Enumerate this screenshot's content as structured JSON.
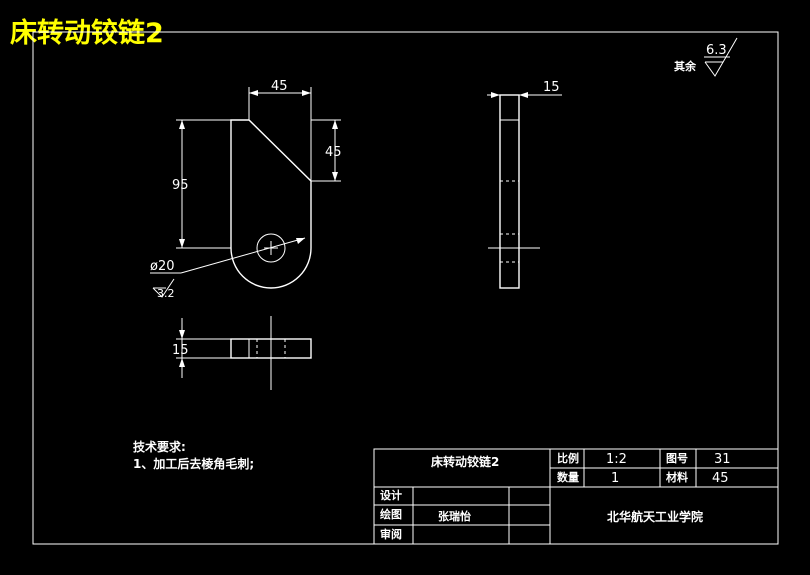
{
  "drawing": {
    "title": "床转动铰链2",
    "surface_finish_note": "其余",
    "surface_finish_value": "6.3"
  },
  "front_view": {
    "width_dim": "45",
    "height_dim": "95",
    "chamfer_dim": "45",
    "hole_dim": "ø20",
    "hole_roughness": "3.2"
  },
  "side_view": {
    "thickness_dim": "15"
  },
  "bottom_view": {
    "thickness_dim": "15"
  },
  "notes": {
    "heading": "技术要求:",
    "item_1": "1、加工后去棱角毛刺;"
  },
  "title_block": {
    "part_name": "床转动铰链2",
    "scale_label": "比例",
    "scale_value": "1:2",
    "drawing_no_label": "图号",
    "drawing_no_value": "31",
    "quantity_label": "数量",
    "quantity_value": "1",
    "material_label": "材料",
    "material_value": "45",
    "design_label": "设计",
    "drawn_label": "绘图",
    "drawn_by": "张瑞怡",
    "review_label": "审阅",
    "school": "北华航天工业学院"
  }
}
